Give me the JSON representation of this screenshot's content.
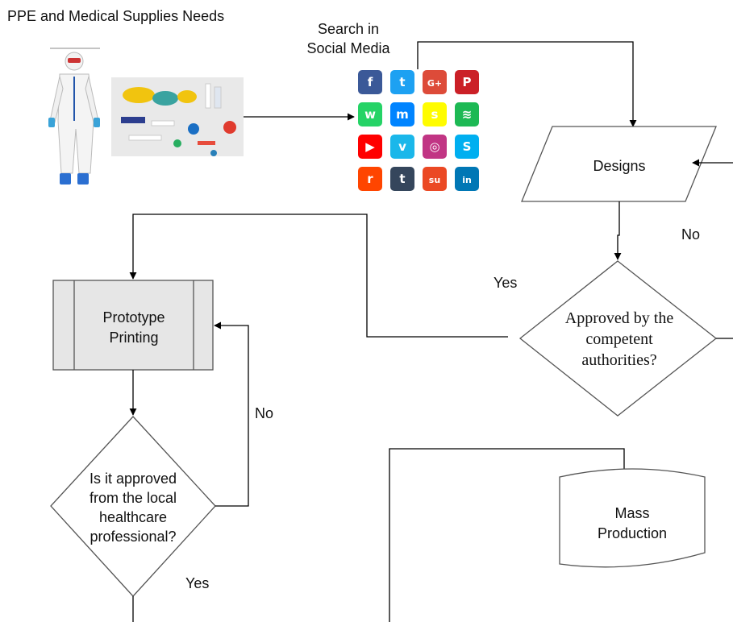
{
  "header": {
    "title": "PPE and Medical Supplies Needs"
  },
  "social_media": {
    "label_line1": "Search in",
    "label_line2": "Social Media",
    "icons": [
      {
        "name": "facebook-icon",
        "glyph": "f",
        "color": "#3b5998"
      },
      {
        "name": "twitter-icon",
        "glyph": "t",
        "color": "#1da1f2"
      },
      {
        "name": "google-plus-icon",
        "glyph": "G+",
        "color": "#dd4b39"
      },
      {
        "name": "pinterest-icon",
        "glyph": "P",
        "color": "#cb2027"
      },
      {
        "name": "whatsapp-icon",
        "glyph": "w",
        "color": "#25d366"
      },
      {
        "name": "messenger-icon",
        "glyph": "m",
        "color": "#0084ff"
      },
      {
        "name": "snapchat-icon",
        "glyph": "s",
        "color": "#fffc00"
      },
      {
        "name": "spotify-icon",
        "glyph": "≋",
        "color": "#1db954"
      },
      {
        "name": "youtube-icon",
        "glyph": "▶",
        "color": "#ff0000"
      },
      {
        "name": "vimeo-icon",
        "glyph": "v",
        "color": "#1ab7ea"
      },
      {
        "name": "instagram-icon",
        "glyph": "◎",
        "color": "#c13584"
      },
      {
        "name": "skype-icon",
        "glyph": "S",
        "color": "#00aff0"
      },
      {
        "name": "reddit-icon",
        "glyph": "r",
        "color": "#ff4500"
      },
      {
        "name": "tumblr-icon",
        "glyph": "t",
        "color": "#35465c"
      },
      {
        "name": "stumbleupon-icon",
        "glyph": "su",
        "color": "#eb4924"
      },
      {
        "name": "linkedin-icon",
        "glyph": "in",
        "color": "#0077b5"
      }
    ]
  },
  "nodes": {
    "designs": "Designs",
    "approved_authorities": [
      "Approved by the",
      "competent",
      "authorities?"
    ],
    "prototype": [
      "Prototype",
      "Printing"
    ],
    "approved_local": [
      "Is it approved",
      "from the local",
      "healthcare",
      "professional?"
    ],
    "mass_production": [
      "Mass",
      "Production"
    ]
  },
  "edge_labels": {
    "no_authorities": "No",
    "yes_authorities": "Yes",
    "no_local": "No",
    "yes_local": "Yes"
  },
  "colors": {
    "line": "#000000",
    "process_fill": "#e6e6e6",
    "process_stroke": "#555555"
  }
}
